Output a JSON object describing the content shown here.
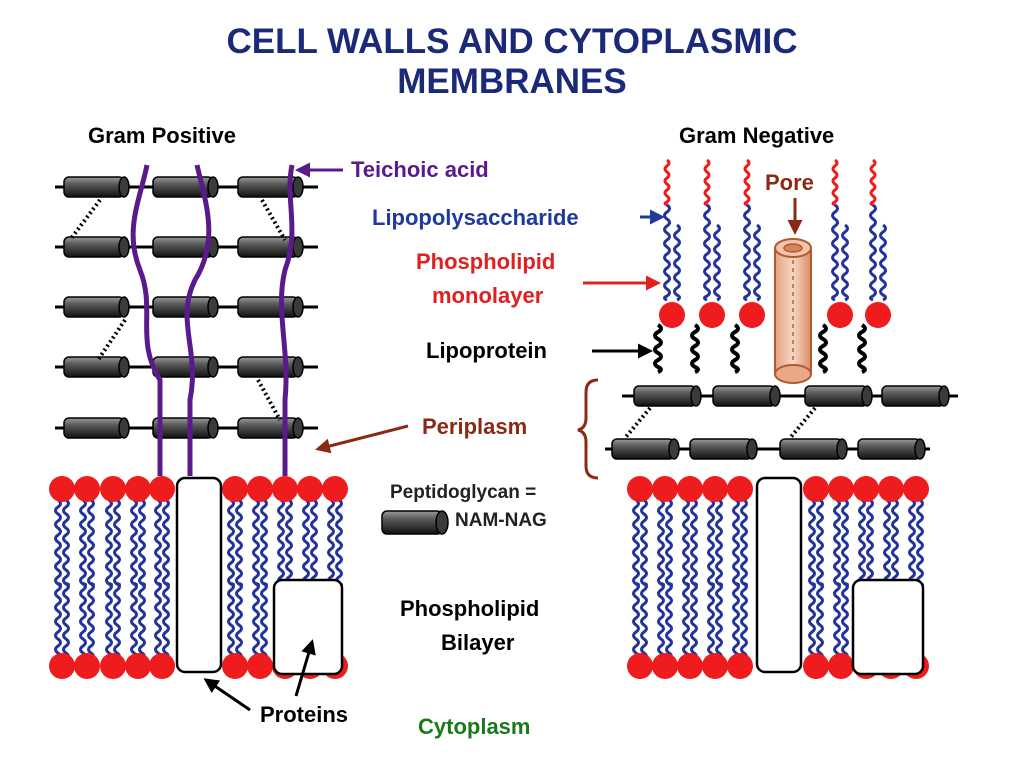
{
  "title": {
    "line1": "CELL WALLS AND CYTOPLASMIC",
    "line2": "MEMBRANES"
  },
  "headings": {
    "gram_positive": "Gram Positive",
    "gram_negative": "Gram Negative"
  },
  "labels": {
    "teichoic_acid": "Teichoic acid",
    "lipopolysaccharide": "Lipopolysaccharide",
    "pore": "Pore",
    "phospholipid_monolayer_1": "Phospholipid",
    "phospholipid_monolayer_2": "monolayer",
    "lipoprotein": "Lipoprotein",
    "periplasm": "Periplasm",
    "peptidoglycan_1": "Peptidoglycan =",
    "peptidoglycan_2": "NAM-NAG",
    "phospholipid_bilayer_1": "Phospholipid",
    "phospholipid_bilayer_2": "Bilayer",
    "proteins": "Proteins",
    "cytoplasm": "Cytoplasm"
  },
  "colors": {
    "title": "#1b2a78",
    "teichoic": "#5a1a8c",
    "lps": "#1f3a9c",
    "phospholipid_head": "#ee1c1c",
    "lipid_tail": "#23339a",
    "pore": "#c0643c",
    "periplasm": "#8b2a14",
    "cytoplasm": "#1a7a1a",
    "red_label": "#e02020"
  }
}
